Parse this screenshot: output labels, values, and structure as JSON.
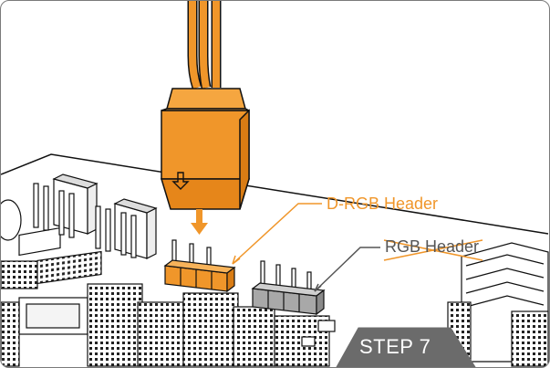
{
  "callouts": {
    "drgb_header": "D-RGB Header",
    "rgb_header": "RGB Header",
    "rgb_header_status": "not applicable (crossed out)"
  },
  "step": {
    "label": "STEP 7"
  },
  "colors": {
    "accent_orange": "#f0962a",
    "pin_grey": "#a8a8a8",
    "outline": "#1a1a1a",
    "step_banner": "#6b6b6b"
  }
}
